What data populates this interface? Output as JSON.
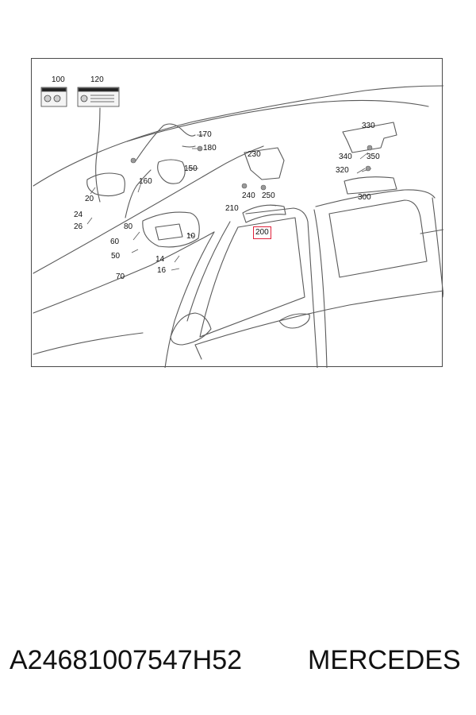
{
  "diagram": {
    "callouts": [
      {
        "id": "100",
        "label": "100"
      },
      {
        "id": "120",
        "label": "120"
      },
      {
        "id": "170",
        "label": "170"
      },
      {
        "id": "180",
        "label": "180"
      },
      {
        "id": "150",
        "label": "150"
      },
      {
        "id": "160",
        "label": "160"
      },
      {
        "id": "20",
        "label": "20"
      },
      {
        "id": "24",
        "label": "24"
      },
      {
        "id": "26",
        "label": "26"
      },
      {
        "id": "80",
        "label": "80"
      },
      {
        "id": "60",
        "label": "60"
      },
      {
        "id": "10",
        "label": "10"
      },
      {
        "id": "50",
        "label": "50"
      },
      {
        "id": "14",
        "label": "14"
      },
      {
        "id": "16",
        "label": "16"
      },
      {
        "id": "70",
        "label": "70"
      },
      {
        "id": "230",
        "label": "230"
      },
      {
        "id": "240",
        "label": "240"
      },
      {
        "id": "250",
        "label": "250"
      },
      {
        "id": "210",
        "label": "210"
      },
      {
        "id": "200",
        "label": "200"
      },
      {
        "id": "330",
        "label": "330"
      },
      {
        "id": "340",
        "label": "340"
      },
      {
        "id": "350",
        "label": "350"
      },
      {
        "id": "320",
        "label": "320"
      },
      {
        "id": "300",
        "label": "300"
      }
    ],
    "highlighted": "200",
    "highlight_color": "#e0213a",
    "line_color": "#555555"
  },
  "footer": {
    "part_number": "A24681007547H52",
    "brand": "MERCEDES"
  }
}
